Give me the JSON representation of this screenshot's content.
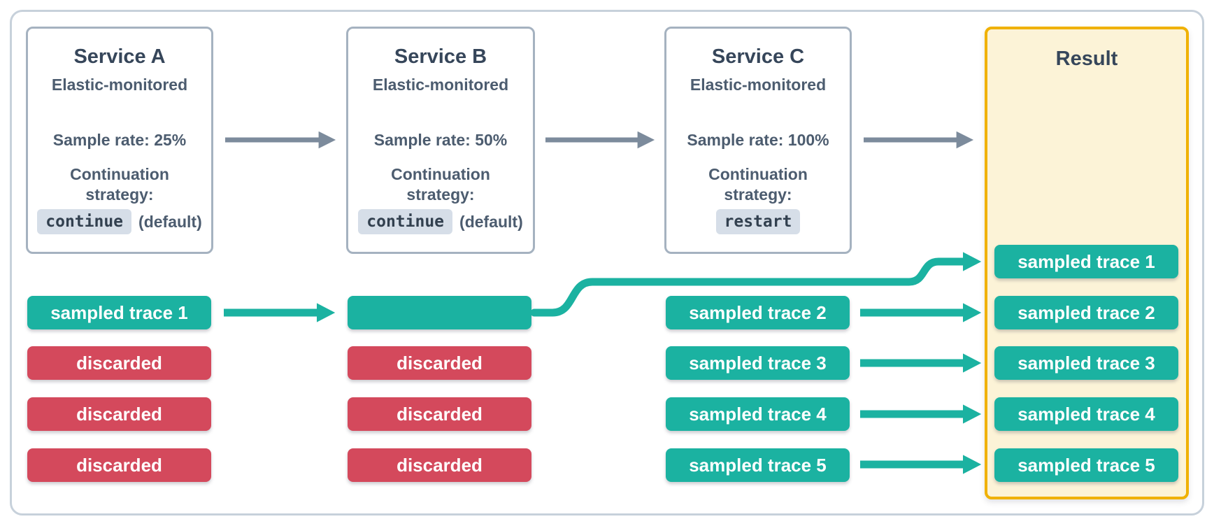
{
  "diagram": {
    "title_names": [
      "Service A",
      "Service B",
      "Service C",
      "Result"
    ],
    "colors": {
      "teal_chip": "#1bb2a1",
      "red_chip": "#d4495c",
      "result_bg": "#fcf3d7",
      "result_border": "#f0b100",
      "service_box_border": "#a5b2c0",
      "outer_frame_border": "#c7d1db",
      "title_text": "#36465a",
      "body_text": "#4c5c6f",
      "code_chip_bg": "#d6dee8",
      "code_chip_text": "#32404f",
      "flow_arrow_gray": "#7c8b9c",
      "chip_text": "#ffffff"
    }
  },
  "services": [
    {
      "title": "Service A",
      "monitoring": "Elastic-monitored",
      "sample_rate": "Sample rate: 25%",
      "continuation_line1": "Continuation",
      "continuation_line2": "strategy:",
      "strategy_code": "continue",
      "strategy_note": "(default)"
    },
    {
      "title": "Service B",
      "monitoring": "Elastic-monitored",
      "sample_rate": "Sample rate: 50%",
      "continuation_line1": "Continuation",
      "continuation_line2": "strategy:",
      "strategy_code": "continue",
      "strategy_note": "(default)"
    },
    {
      "title": "Service C",
      "monitoring": "Elastic-monitored",
      "sample_rate": "Sample rate: 100%",
      "continuation_line1": "Continuation",
      "continuation_line2": "strategy:",
      "strategy_code": "restart",
      "strategy_note": ""
    }
  ],
  "result": {
    "title": "Result",
    "chips": [
      "sampled trace 1",
      "sampled trace 2",
      "sampled trace 3",
      "sampled trace 4",
      "sampled trace 5"
    ]
  },
  "traces": {
    "a": [
      {
        "label": "sampled trace 1",
        "type": "sampled"
      },
      {
        "label": "discarded",
        "type": "discarded"
      },
      {
        "label": "discarded",
        "type": "discarded"
      },
      {
        "label": "discarded",
        "type": "discarded"
      }
    ],
    "b": [
      {
        "label": "",
        "type": "sampled"
      },
      {
        "label": "discarded",
        "type": "discarded"
      },
      {
        "label": "discarded",
        "type": "discarded"
      },
      {
        "label": "discarded",
        "type": "discarded"
      }
    ],
    "c": [
      {
        "label": "sampled trace 2",
        "type": "sampled"
      },
      {
        "label": "sampled trace 3",
        "type": "sampled"
      },
      {
        "label": "sampled trace 4",
        "type": "sampled"
      },
      {
        "label": "sampled trace 5",
        "type": "sampled"
      }
    ]
  }
}
